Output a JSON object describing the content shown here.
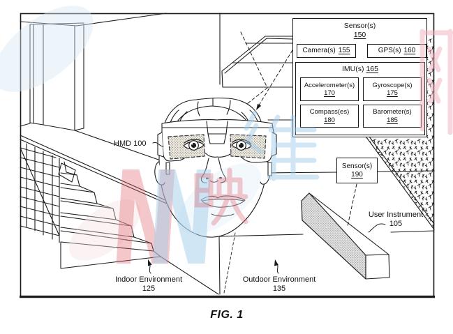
{
  "figure": {
    "caption": "FIG. 1"
  },
  "labels": {
    "hmd": "HMD 100",
    "indoor": {
      "line1": "Indoor Environment",
      "line2": "125"
    },
    "outdoor": {
      "line1": "Outdoor Environment",
      "line2": "135"
    },
    "user_instrument": {
      "line1": "User Instrument",
      "line2": "105"
    }
  },
  "sensor_box": {
    "title": "Sensor(s)",
    "num": "150",
    "camera": {
      "label": "Camera(s)",
      "num": "155"
    },
    "gps": {
      "label": "GPS(s)",
      "num": "160"
    },
    "imu": {
      "label": "IMU(s)",
      "num": "165"
    },
    "accelerometer": {
      "label": "Accelerometer(s)",
      "num": "170"
    },
    "gyroscope": {
      "label": "Gyroscope(s)",
      "num": "175"
    },
    "compass": {
      "label": "Compass(es)",
      "num": "180"
    },
    "barometer": {
      "label": "Barometer(s)",
      "num": "185"
    }
  },
  "sensor2_box": {
    "title": "Sensor(s)",
    "num": "190"
  },
  "watermark": {
    "text": "N映维网",
    "red": "#e0606a",
    "blue": "#a5cfec",
    "pink": "#f2aebc"
  },
  "colors": {
    "ink": "#1c1c1c",
    "paper": "#ffffff"
  }
}
